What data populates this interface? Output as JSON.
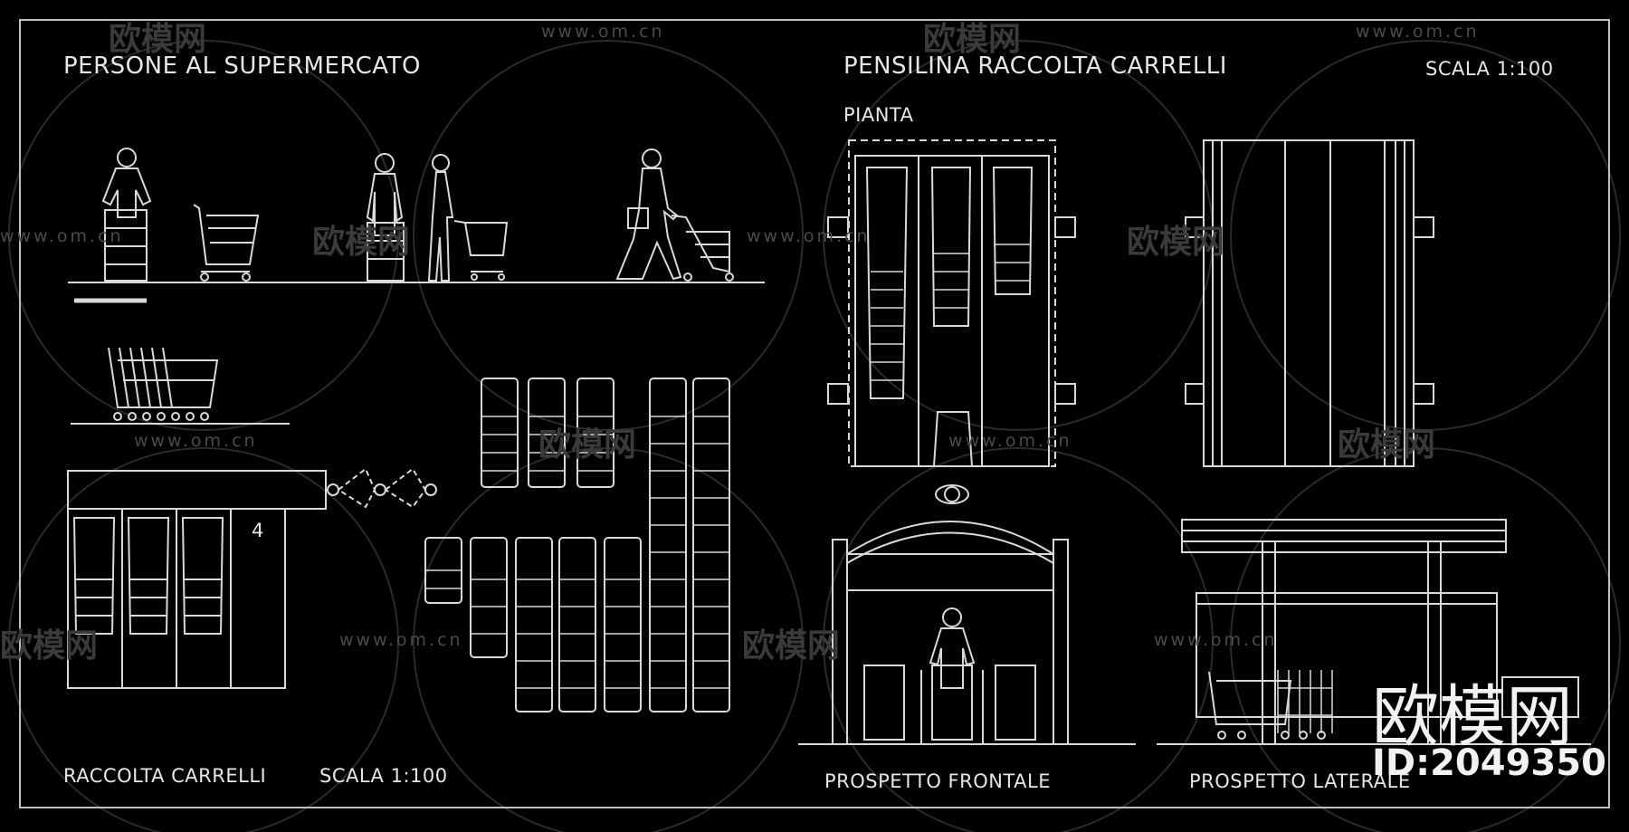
{
  "labels": {
    "title_people": "PERSONE AL SUPERMERCATO",
    "title_shelter": "PENSILINA RACCOLTA CARRELLI",
    "scale_top": "SCALA 1:100",
    "plan": "PIANTA",
    "stall_number": "4",
    "title_collection": "RACCOLTA  CARRELLI",
    "scale_bottom": "SCALA  1:100",
    "front_elevation": "PROSPETTO FRONTALE",
    "side_elevation": "PROSPETTO LATERALE"
  },
  "watermark": {
    "url": "www.om.cn",
    "logo": "欧模网",
    "brand": "欧模网",
    "id": "ID:2049350"
  },
  "colors": {
    "line": "#d9d9d9",
    "background": "#000000",
    "watermark": "#4a4a4a"
  }
}
